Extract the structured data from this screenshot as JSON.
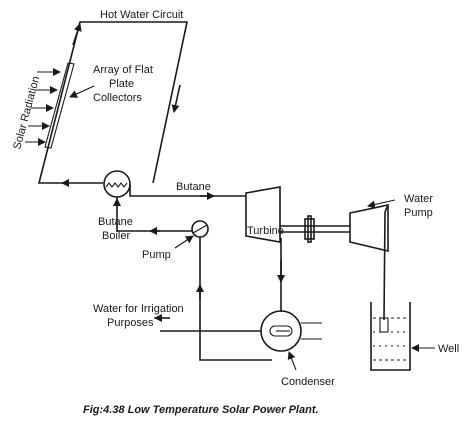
{
  "diagram": {
    "labels": {
      "hot_water_circuit": "Hot Water Circuit",
      "collectors_line1": "Array of Flat",
      "collectors_line2": "Plate",
      "collectors_line3": "Collectors",
      "solar_radiation": "Solar Radiation",
      "butane": "Butane",
      "butane_boiler_line1": "Butane",
      "butane_boiler_line2": "Boiler",
      "pump": "Pump",
      "turbine": "Turbine",
      "water_pump_line1": "Water",
      "water_pump_line2": "Pump",
      "irrigation_line1": "Water for Irrigation",
      "irrigation_line2": "Purposes",
      "condenser": "Condenser",
      "well": "Well"
    },
    "caption": "Fig:4.38 Low Temperature Solar Power Plant."
  }
}
